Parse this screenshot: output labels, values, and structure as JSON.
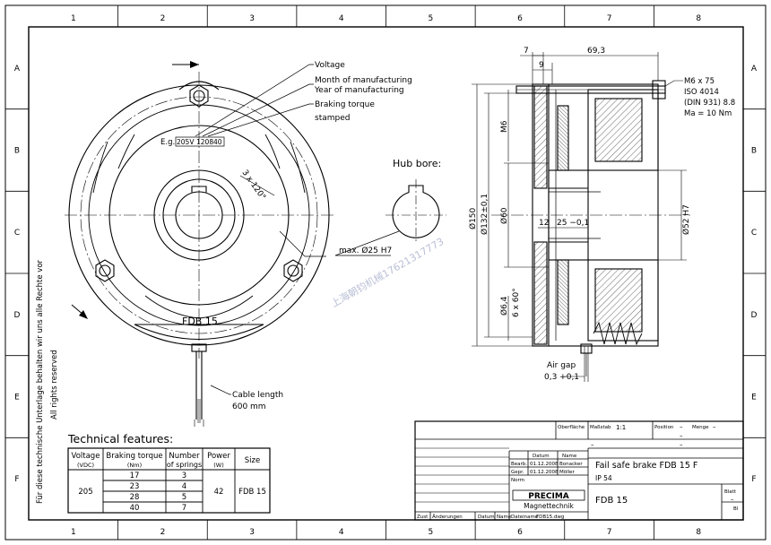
{
  "drawing": {
    "grid_columns": [
      "1",
      "2",
      "3",
      "4",
      "5",
      "6",
      "7",
      "8"
    ],
    "grid_rows": [
      "A",
      "B",
      "C",
      "D",
      "E",
      "F"
    ],
    "side_note_1": "Für diese technische Unterlage behalten wir uns alle Rechte vor",
    "side_note_2": "All rights reserved",
    "watermark": "上海朝钧机械17621317773"
  },
  "front_view": {
    "callouts": {
      "voltage": "Voltage",
      "month": "Month of manufacturing",
      "year": "Year of manufacturing",
      "braking_torque": "Braking torque",
      "stamped": "stamped"
    },
    "example_prefix": "E.g.",
    "example_values": [
      "205V",
      "1208",
      "40"
    ],
    "bolt_pattern": "3 x 120°",
    "model_label": "FDB 15",
    "cable_length_label": "Cable length",
    "cable_length_value": "600 mm"
  },
  "hub_bore": {
    "title": "Hub bore:",
    "dimension": "max. Ø25 H7"
  },
  "section_view": {
    "dim_top_7": "7",
    "dim_top_9": "9",
    "dim_top_69": "69,3",
    "screw_spec": [
      "M6 x 75",
      "ISO 4014",
      "(DIN 931) 8.8",
      "Ma = 10 Nm"
    ],
    "dim_m6": "M6",
    "dim_d150": "Ø150",
    "dim_d132": "Ø132±0,1",
    "dim_d60": "Ø60",
    "dim_12": "12",
    "dim_25": "25 −0,1",
    "dim_d52": "Ø52 H7",
    "dim_d64": "Ø6,4",
    "dim_6x60": "6 x 60°",
    "air_gap_label": "Air gap",
    "air_gap_value": "0,3 +0,1"
  },
  "technical_features": {
    "title": "Technical features:",
    "headers": [
      "Voltage",
      "Braking torque",
      "Number",
      "Power",
      "Size"
    ],
    "subheaders": [
      "(VDC)",
      "(Nm)",
      "of springs",
      "(W)",
      ""
    ],
    "voltage": "205",
    "power": "42",
    "size": "FDB 15",
    "rows": [
      {
        "torque": "17",
        "springs": "3"
      },
      {
        "torque": "23",
        "springs": "4"
      },
      {
        "torque": "28",
        "springs": "5"
      },
      {
        "torque": "40",
        "springs": "7"
      }
    ]
  },
  "title_block": {
    "oberflache": "Oberfläche",
    "massstab_label": "Maßstab",
    "massstab_value": "1:1",
    "position_label": "Position",
    "position_value": "–",
    "menge_label": "Menge",
    "menge_value": "–",
    "dashes": [
      "–",
      "–",
      "–"
    ],
    "datum_header": "Datum",
    "name_header": "Name",
    "rows": [
      {
        "label": "Bearb.",
        "date": "01.12.2008",
        "name": "Bonacker"
      },
      {
        "label": "Gepr.",
        "date": "01.12.2008",
        "name": "Möller"
      },
      {
        "label": "Norm",
        "date": "",
        "name": ""
      }
    ],
    "title": "Fail safe brake FDB 15 F",
    "ip": "IP 54",
    "drawing_name": "FDB 15",
    "company_logo": "PRECIMA",
    "company_sub": "Magnettechnik",
    "blatt_label": "Blatt",
    "blatt_value": "–",
    "bl_label": "Bl",
    "zust": "Zust",
    "anderungen": "Änderungen",
    "datum": "Datum",
    "name": "Name",
    "norm": "Norm",
    "dateiname_label": "Dateiname",
    "dateiname_value": "FDB15.dwg"
  }
}
